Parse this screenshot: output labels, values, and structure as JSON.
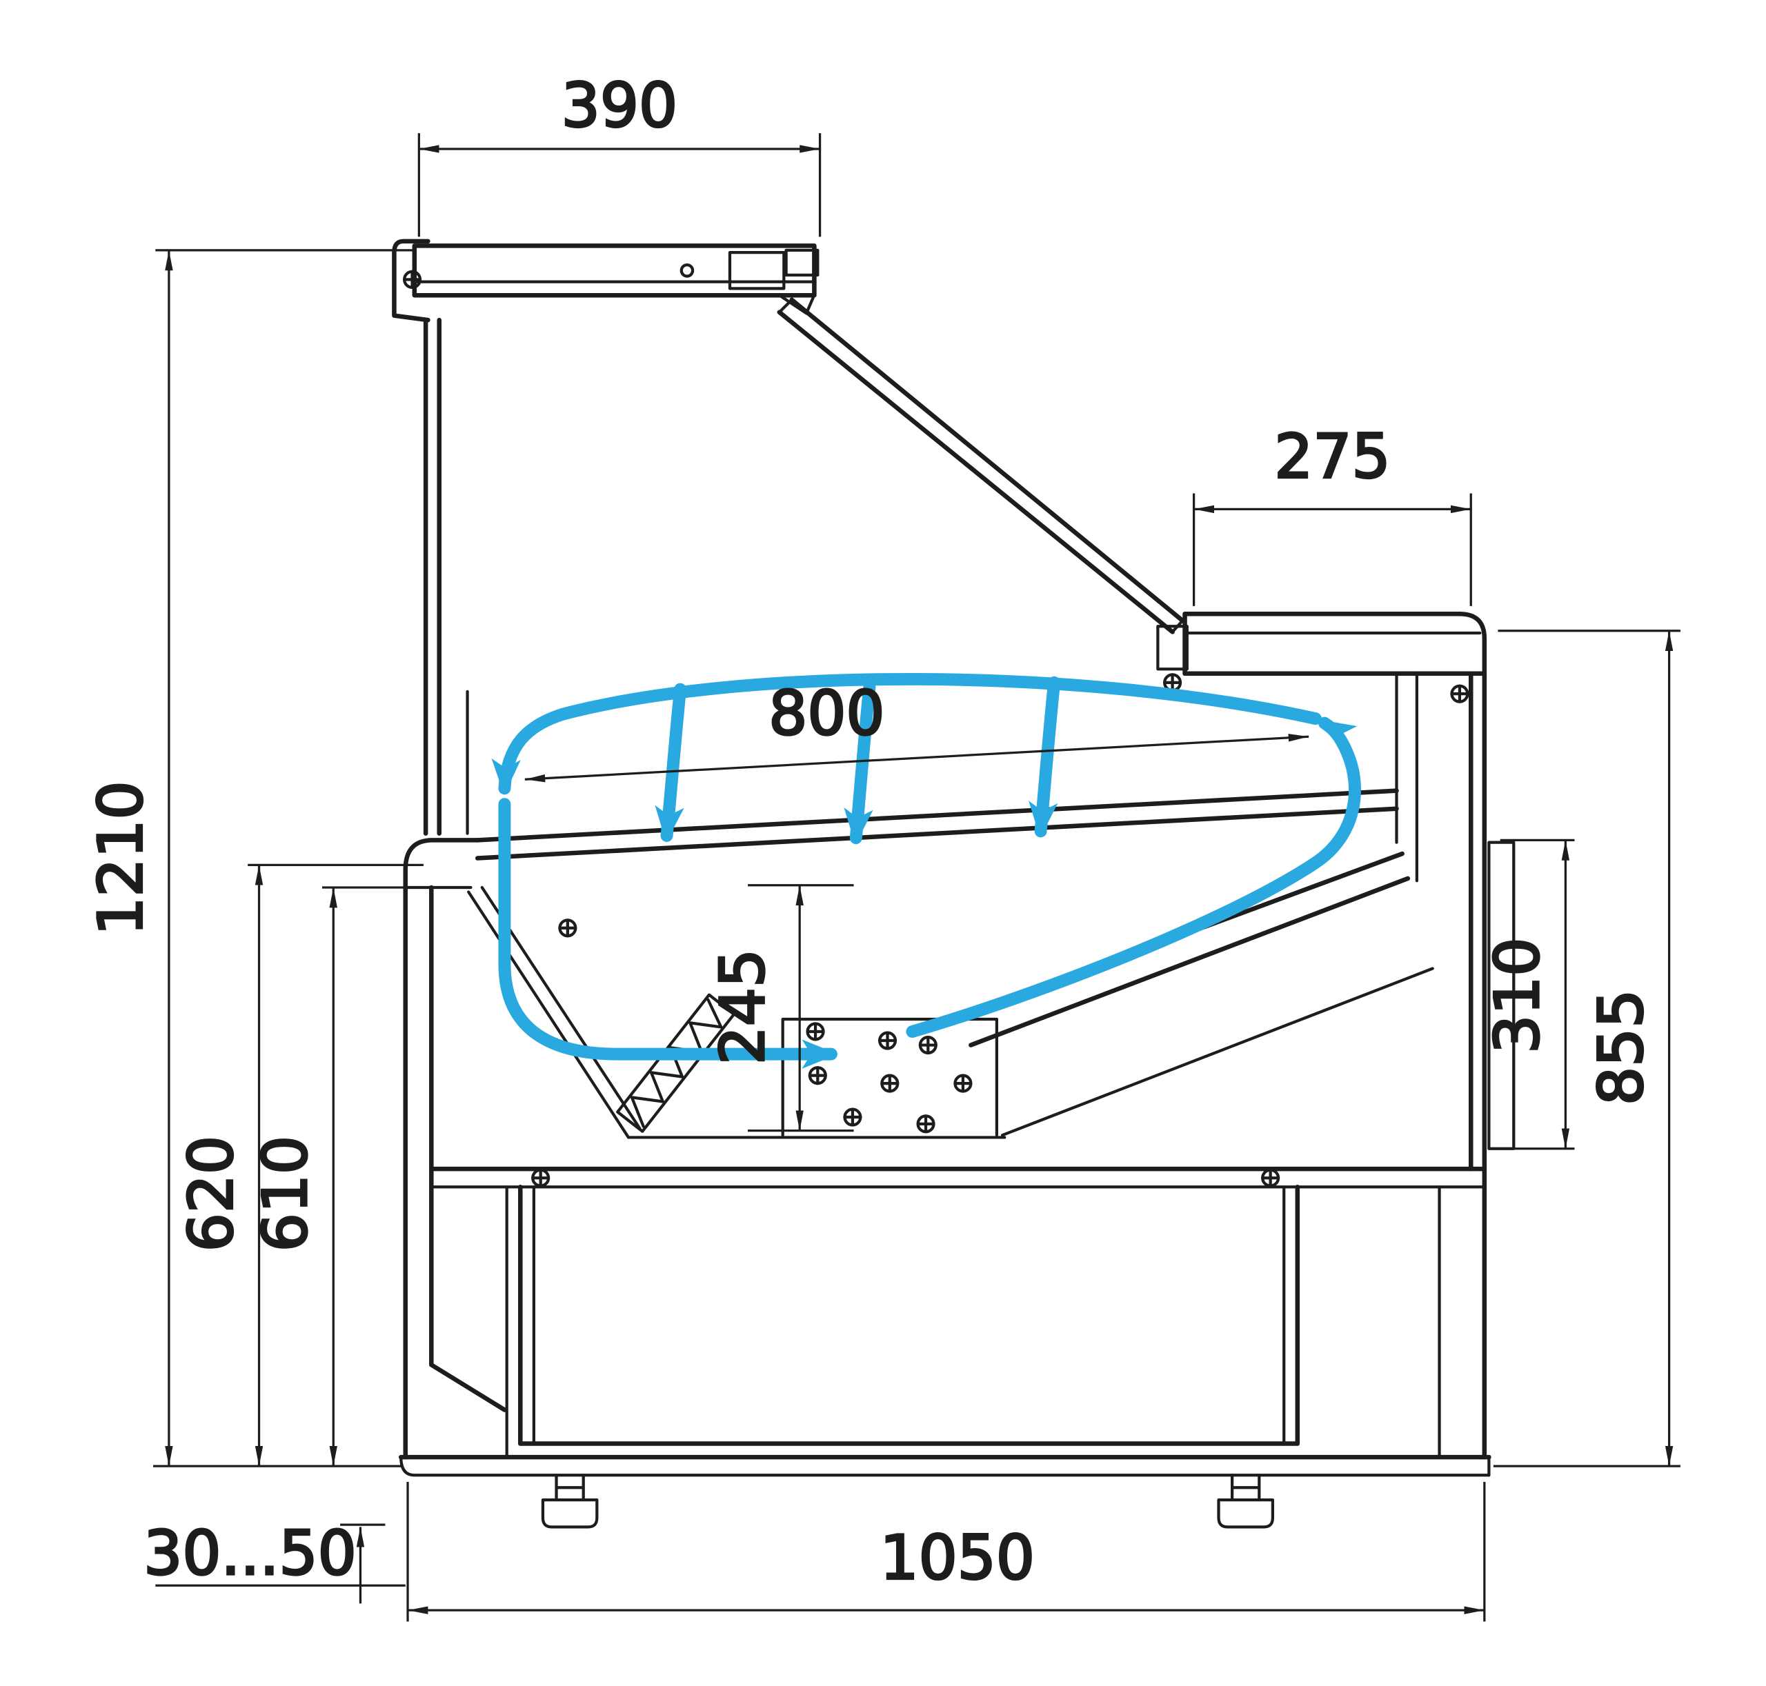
{
  "diagram": {
    "type": "technical-cross-section",
    "subject": "refrigerated serve-over display case with airflow circulation",
    "colors": {
      "line": "#1d1d1b",
      "airflow": "#29a9e0",
      "background": "#ffffff"
    },
    "dimensions": {
      "canopy_width": "390",
      "counter_top_depth": "275",
      "display_deck_width": "800",
      "overall_height": "1210",
      "rear_height_outer": "620",
      "rear_height_inner": "610",
      "well_depth": "245",
      "rear_panel_height": "310",
      "counter_height": "855",
      "foot_adjustment_range": "30...50",
      "base_depth": "1050"
    }
  }
}
